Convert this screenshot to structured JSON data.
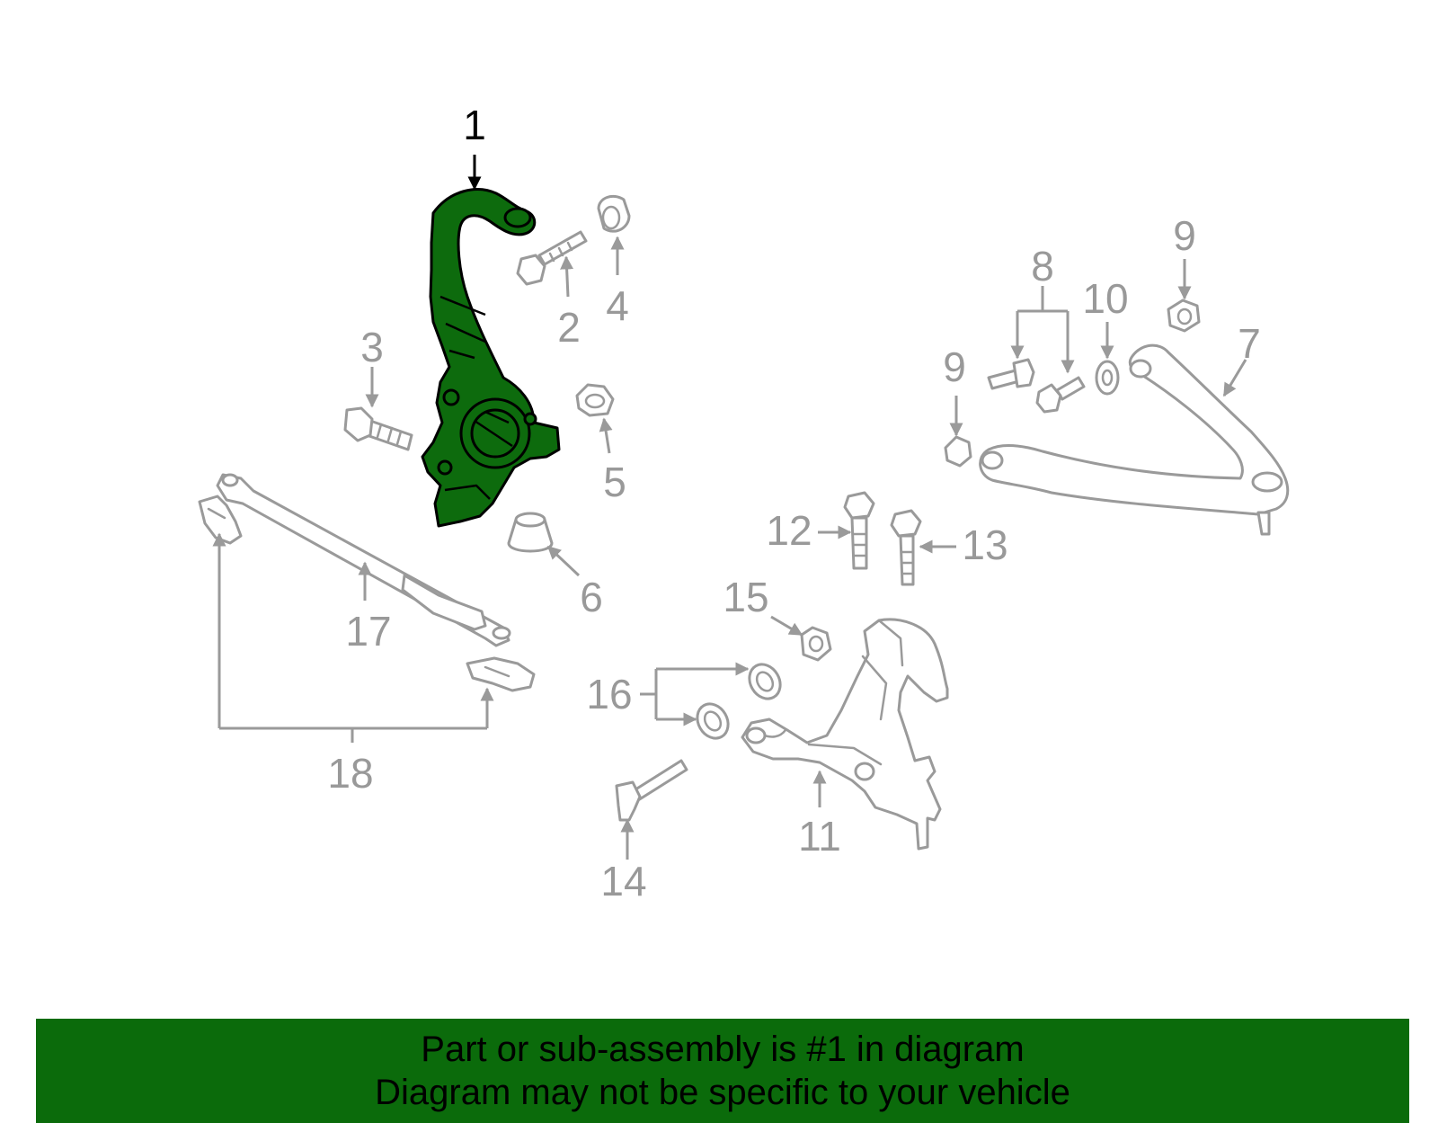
{
  "diagram": {
    "highlight_color": "#0b6b0b",
    "callouts": [
      {
        "id": "1",
        "label": "1",
        "highlighted": true
      },
      {
        "id": "2",
        "label": "2"
      },
      {
        "id": "3",
        "label": "3"
      },
      {
        "id": "4",
        "label": "4"
      },
      {
        "id": "5",
        "label": "5"
      },
      {
        "id": "6",
        "label": "6"
      },
      {
        "id": "7",
        "label": "7"
      },
      {
        "id": "8",
        "label": "8"
      },
      {
        "id": "9a",
        "label": "9"
      },
      {
        "id": "9b",
        "label": "9"
      },
      {
        "id": "10",
        "label": "10"
      },
      {
        "id": "11",
        "label": "11"
      },
      {
        "id": "12",
        "label": "12"
      },
      {
        "id": "13",
        "label": "13"
      },
      {
        "id": "14",
        "label": "14"
      },
      {
        "id": "15",
        "label": "15"
      },
      {
        "id": "16",
        "label": "16"
      },
      {
        "id": "17",
        "label": "17"
      },
      {
        "id": "18",
        "label": "18"
      }
    ]
  },
  "banner": {
    "line1": "Part or sub-assembly is #1 in diagram",
    "line2": "Diagram may not be specific to your vehicle",
    "color": "#0b6b0b"
  }
}
